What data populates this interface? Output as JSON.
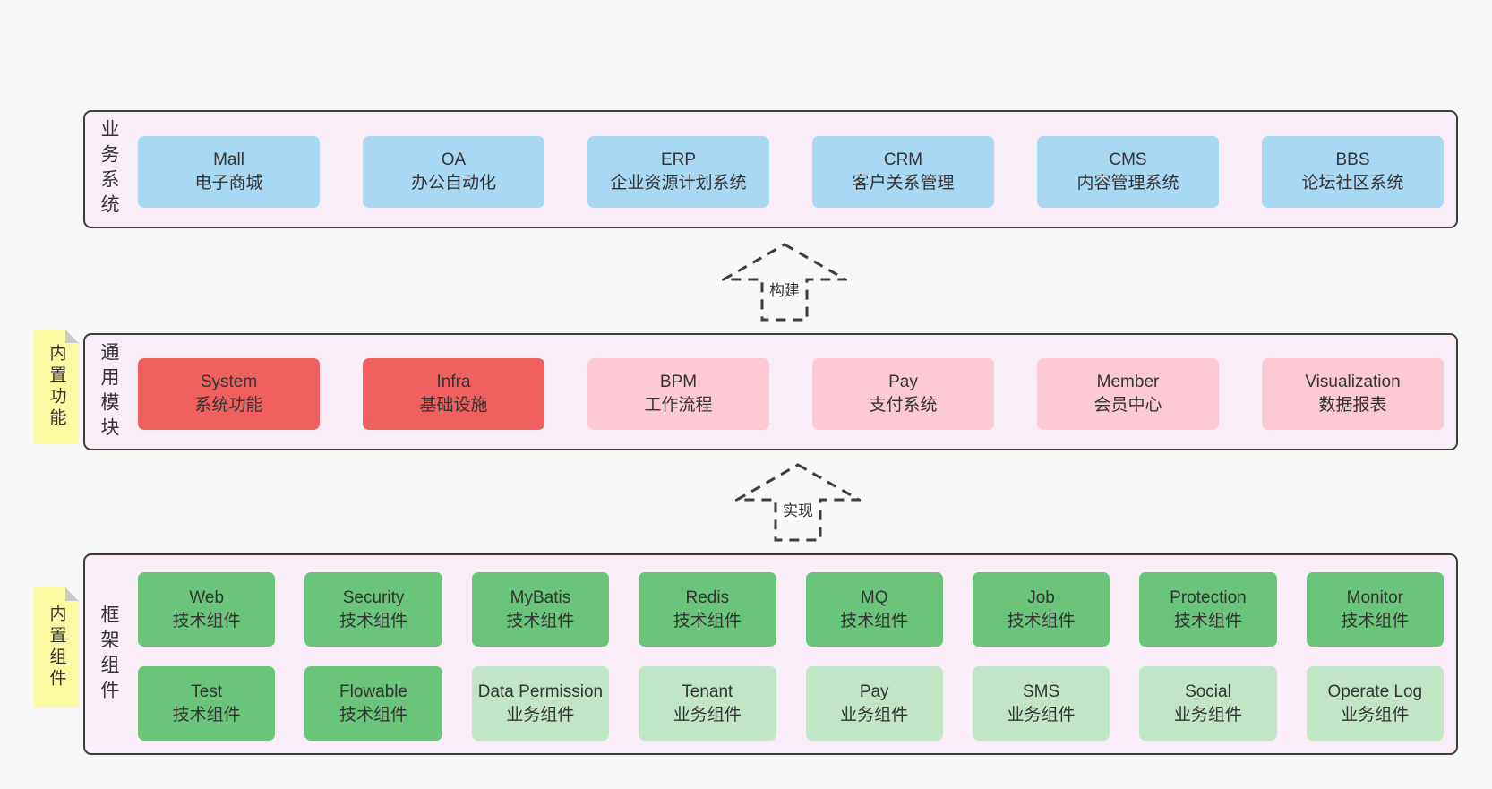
{
  "colors": {
    "page_bg": "#f8f8f8",
    "layer_bg": "#f9eef8",
    "border": "#3d3d3d",
    "text": "#333333",
    "blue": "#a8d8f3",
    "red": "#f0605f",
    "pink": "#fcc9d4",
    "green": "#6ac57b",
    "lightgreen": "#c0e6c5",
    "sticky": "#fbf9a2",
    "fold": "#c9c9c9"
  },
  "layers": {
    "business": {
      "label": "业务系统",
      "boxes": [
        {
          "name": "Mall",
          "desc": "电子商城",
          "type": "blue"
        },
        {
          "name": "OA",
          "desc": "办公自动化",
          "type": "blue"
        },
        {
          "name": "ERP",
          "desc": "企业资源计划系统",
          "type": "blue"
        },
        {
          "name": "CRM",
          "desc": "客户关系管理",
          "type": "blue"
        },
        {
          "name": "CMS",
          "desc": "内容管理系统",
          "type": "blue"
        },
        {
          "name": "BBS",
          "desc": "论坛社区系统",
          "type": "blue"
        }
      ]
    },
    "modules": {
      "label": "通用模块",
      "sticky": "内置功能",
      "boxes": [
        {
          "name": "System",
          "desc": "系统功能",
          "type": "red"
        },
        {
          "name": "Infra",
          "desc": "基础设施",
          "type": "red"
        },
        {
          "name": "BPM",
          "desc": "工作流程",
          "type": "pink"
        },
        {
          "name": "Pay",
          "desc": "支付系统",
          "type": "pink"
        },
        {
          "name": "Member",
          "desc": "会员中心",
          "type": "pink"
        },
        {
          "name": "Visualization",
          "desc": "数据报表",
          "type": "pink"
        }
      ]
    },
    "components": {
      "label": "框架组件",
      "sticky": "内置组件",
      "rows": [
        [
          {
            "name": "Web",
            "desc": "技术组件",
            "type": "green"
          },
          {
            "name": "Security",
            "desc": "技术组件",
            "type": "green"
          },
          {
            "name": "MyBatis",
            "desc": "技术组件",
            "type": "green"
          },
          {
            "name": "Redis",
            "desc": "技术组件",
            "type": "green"
          },
          {
            "name": "MQ",
            "desc": "技术组件",
            "type": "green"
          },
          {
            "name": "Job",
            "desc": "技术组件",
            "type": "green"
          },
          {
            "name": "Protection",
            "desc": "技术组件",
            "type": "green"
          },
          {
            "name": "Monitor",
            "desc": "技术组件",
            "type": "green"
          }
        ],
        [
          {
            "name": "Test",
            "desc": "技术组件",
            "type": "green"
          },
          {
            "name": "Flowable",
            "desc": "技术组件",
            "type": "green"
          },
          {
            "name": "Data Permission",
            "desc": "业务组件",
            "type": "lightgreen"
          },
          {
            "name": "Tenant",
            "desc": "业务组件",
            "type": "lightgreen"
          },
          {
            "name": "Pay",
            "desc": "业务组件",
            "type": "lightgreen"
          },
          {
            "name": "SMS",
            "desc": "业务组件",
            "type": "lightgreen"
          },
          {
            "name": "Social",
            "desc": "业务组件",
            "type": "lightgreen"
          },
          {
            "name": "Operate Log",
            "desc": "业务组件",
            "type": "lightgreen"
          }
        ]
      ]
    }
  },
  "arrows": {
    "build": "构建",
    "implement": "实现"
  }
}
